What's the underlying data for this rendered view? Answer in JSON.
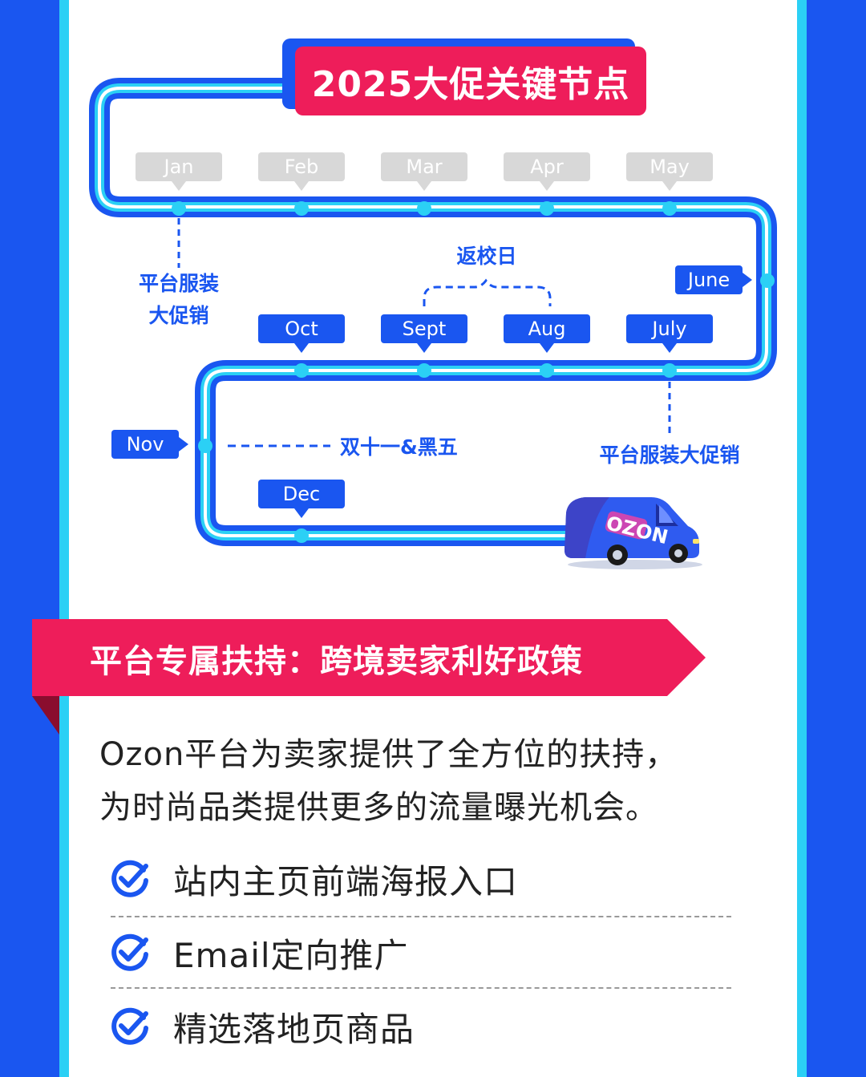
{
  "title": "2025大促关键节点",
  "timeline": {
    "months": {
      "jan": "Jan",
      "feb": "Feb",
      "mar": "Mar",
      "apr": "Apr",
      "may": "May",
      "june": "June",
      "july": "July",
      "aug": "Aug",
      "sept": "Sept",
      "oct": "Oct",
      "nov": "Nov",
      "dec": "Dec"
    },
    "events": {
      "jan_line1": "平台服装",
      "jan_line2": "大促销",
      "back_to_school": "返校日",
      "july": "平台服装大促销",
      "nov": "双十一&黑五"
    },
    "active_months": [
      "June",
      "July",
      "Aug",
      "Sept",
      "Oct",
      "Nov",
      "Dec"
    ],
    "inactive_months": [
      "Jan",
      "Feb",
      "Mar",
      "Apr",
      "May"
    ]
  },
  "van": {
    "brand": "OZON"
  },
  "support_banner": "平台专属扶持：跨境卖家利好政策",
  "intro": {
    "line1": "Ozon平台为卖家提供了全方位的扶持，",
    "line2": "为时尚品类提供更多的流量曝光机会。"
  },
  "benefits": [
    {
      "label": "站内主页前端海报入口",
      "icon": "check-circle-icon"
    },
    {
      "label": "Email定向推广",
      "icon": "check-circle-icon"
    },
    {
      "label": "精选落地页商品",
      "icon": "check-circle-icon"
    }
  ],
  "colors": {
    "brand_blue": "#1a56f0",
    "accent_cyan": "#2bd0f5",
    "accent_red": "#ee1d5a",
    "inactive_gray": "#d8d8d8"
  }
}
